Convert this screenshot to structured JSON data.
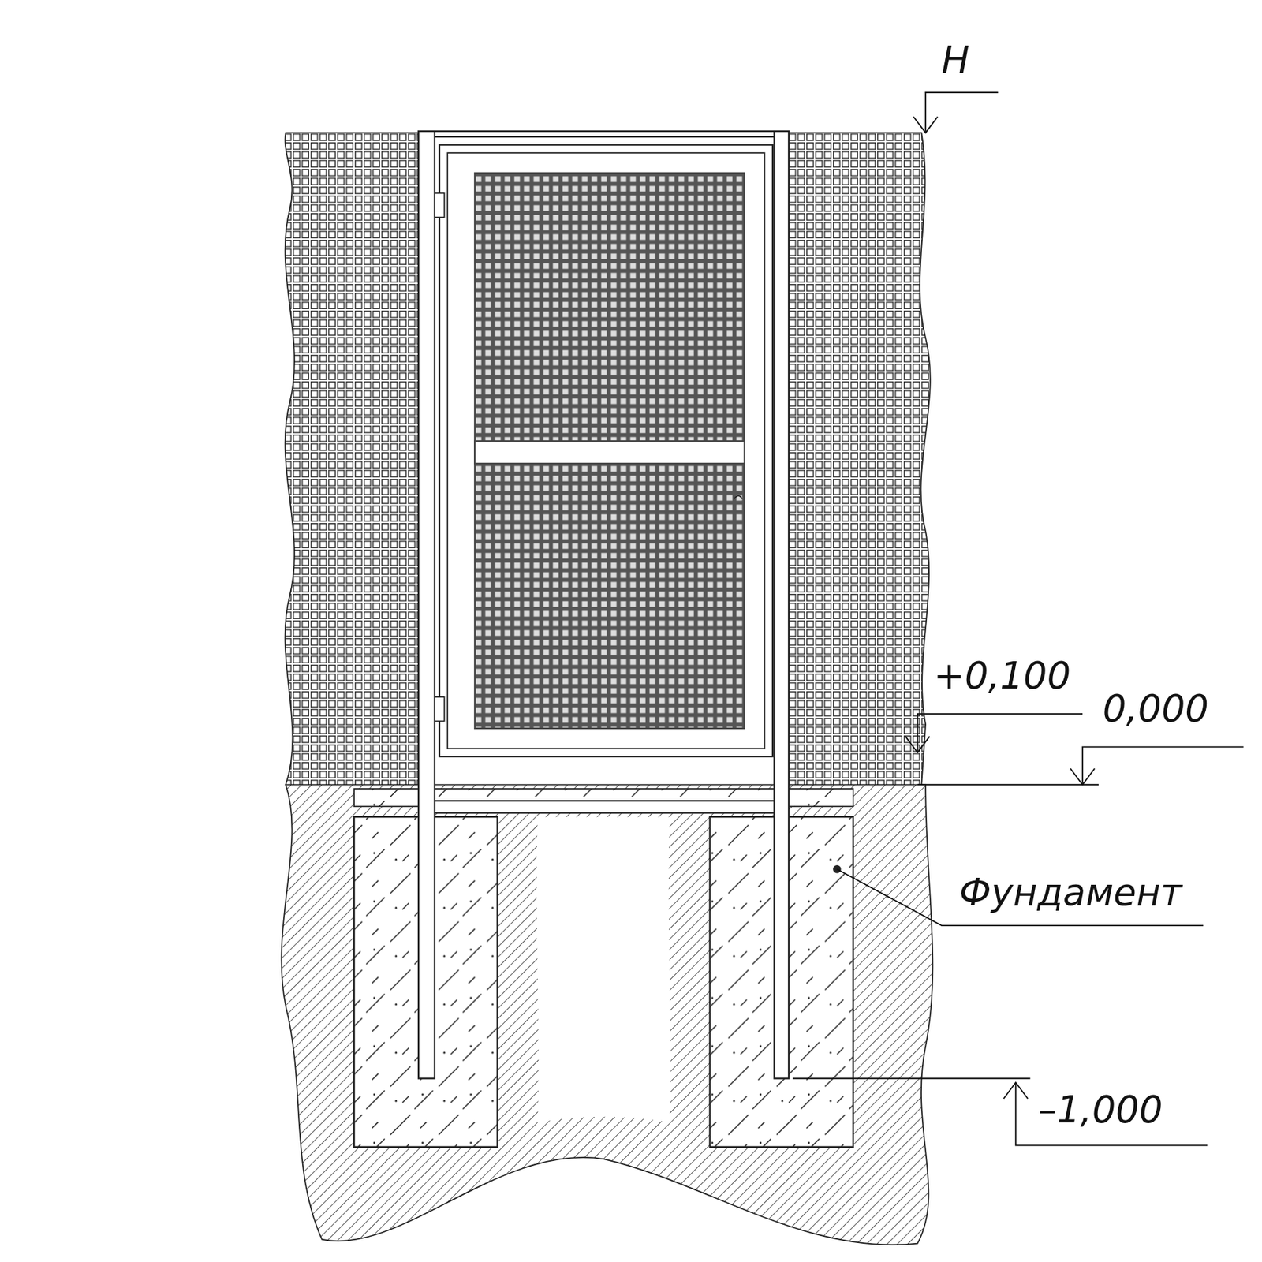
{
  "diagram": {
    "labels": [
      "H",
      "+0,100",
      "0,000",
      "Фундамент",
      "–1,000"
    ]
  }
}
